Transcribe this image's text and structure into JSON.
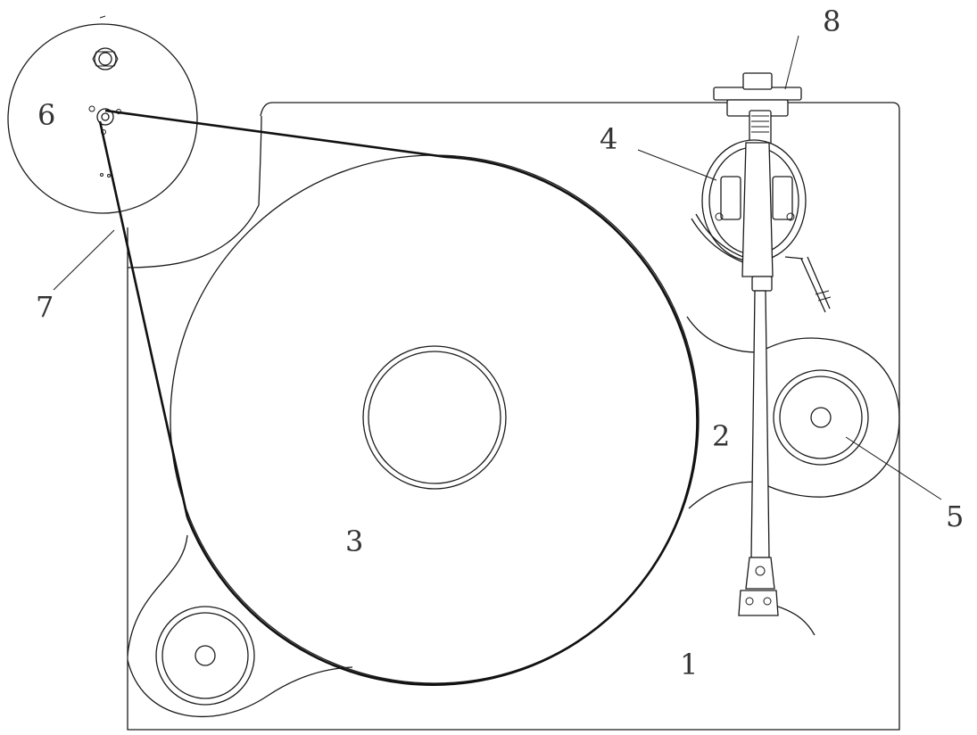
{
  "callouts": {
    "c1": "1",
    "c2": "2",
    "c3": "3",
    "c4": "4",
    "c5": "5",
    "c6": "6",
    "c7": "7",
    "c8": "8"
  },
  "colors": {
    "line": "#1a1a1a",
    "label": "#333333",
    "background": "#ffffff"
  }
}
